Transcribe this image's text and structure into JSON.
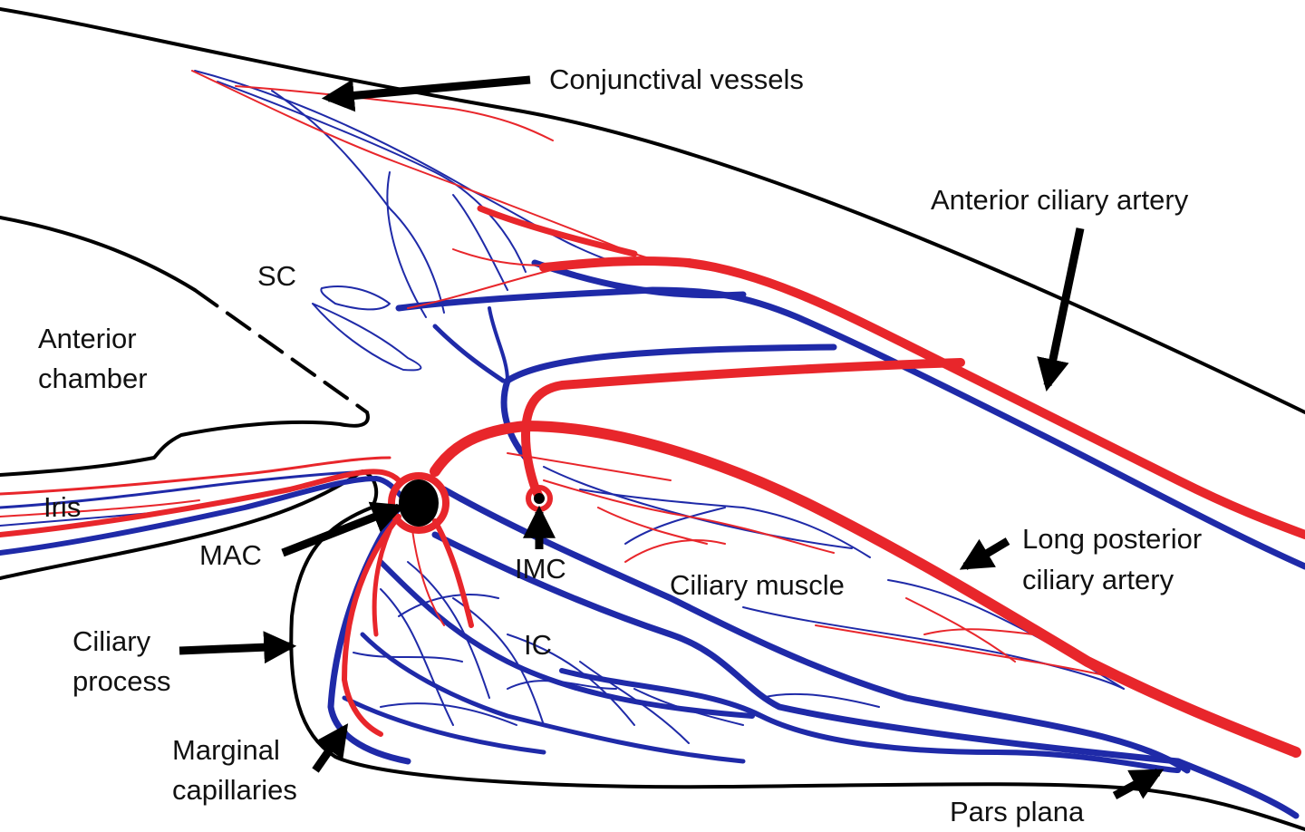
{
  "colors": {
    "artery": "#e8262b",
    "vein": "#1f2aa8",
    "outline": "#000000",
    "label": "#111111"
  },
  "labels": {
    "conjunctival_vessels": "Conjunctival vessels",
    "anterior_ciliary_artery": "Anterior ciliary artery",
    "sc": "SC",
    "anterior_chamber_line1": "Anterior",
    "anterior_chamber_line2": "chamber",
    "iris": "Iris",
    "mac": "MAC",
    "imc": "IMC",
    "ciliary_muscle": "Ciliary muscle",
    "long_posterior_line1": "Long posterior",
    "long_posterior_line2": "ciliary artery",
    "ciliary_process_line1": "Ciliary",
    "ciliary_process_line2": "process",
    "ic": "IC",
    "marginal_capillaries_line1": "Marginal",
    "marginal_capillaries_line2": "capillaries",
    "pars_plana": "Pars plana"
  }
}
